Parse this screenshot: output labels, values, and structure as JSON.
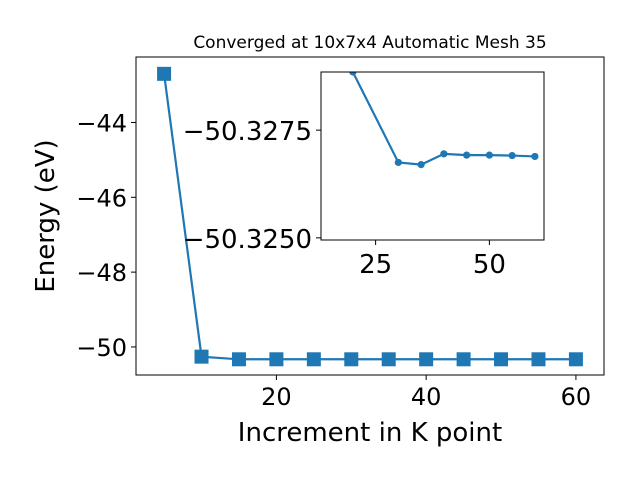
{
  "chart_data": [
    {
      "type": "line",
      "title": "Converged at 10x7x4 Automatic Mesh 35",
      "xlabel": "Increment in K point",
      "ylabel": "Energy (eV)",
      "xlim": [
        1.25,
        63.75
      ],
      "ylim": [
        -50.75,
        -42.25
      ],
      "xticks": [
        20,
        40,
        60
      ],
      "xtick_labels": [
        "20",
        "40",
        "60"
      ],
      "yticks": [
        -50,
        -48,
        -46,
        -44
      ],
      "ytick_labels": [
        "−50",
        "−48",
        "−46",
        "−44"
      ],
      "grid": false,
      "color": "#1f77b4",
      "marker": "square",
      "series": [
        {
          "x": [
            5,
            10,
            15,
            20,
            25,
            30,
            35,
            40,
            45,
            50,
            55,
            60
          ],
          "y": [
            -42.7,
            -50.26,
            -50.33,
            -50.33,
            -50.33,
            -50.33,
            -50.33,
            -50.33,
            -50.33,
            -50.33,
            -50.33,
            -50.33
          ]
        }
      ]
    },
    {
      "type": "line",
      "title": "",
      "xlabel": "",
      "ylabel": "",
      "xlim": [
        13,
        62
      ],
      "ylim": [
        -50.32495,
        -50.32885
      ],
      "xticks": [
        25,
        50
      ],
      "xtick_labels": [
        "25",
        "50"
      ],
      "yticks": [
        -50.325,
        -50.3275
      ],
      "ytick_labels": [
        "−50.3250",
        "−50.3275"
      ],
      "grid": false,
      "color": "#1f77b4",
      "marker": "circle",
      "series": [
        {
          "x": [
            20,
            30,
            35,
            40,
            45,
            50,
            55,
            60
          ],
          "y": [
            -50.32885,
            -50.32675,
            -50.3267,
            -50.32695,
            -50.32692,
            -50.32692,
            -50.32691,
            -50.32689
          ]
        }
      ]
    }
  ]
}
